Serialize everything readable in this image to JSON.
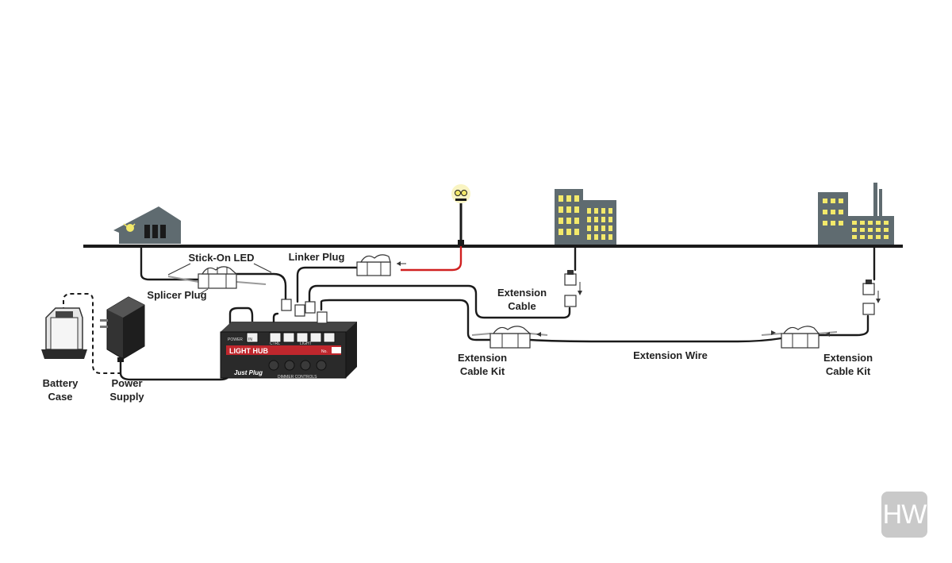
{
  "labels": {
    "stick_on_led": "Stick-On LED",
    "linker_plug": "Linker Plug",
    "splicer_plug": "Splicer Plug",
    "extension_cable_line1": "Extension",
    "extension_cable_line2": "Cable",
    "extension_cable_kit_line1": "Extension",
    "extension_cable_kit_line2": "Cable Kit",
    "extension_wire": "Extension Wire",
    "battery_case_line1": "Battery",
    "battery_case_line2": "Case",
    "power_supply_line1": "Power",
    "power_supply_line2": "Supply"
  },
  "light_hub": {
    "title": "LIGHT HUB",
    "no_label": "No.",
    "power_label": "POWER",
    "in_label": "IN",
    "ctrl_label": "CTRL",
    "light_label": "LIGHT",
    "brand": "Just Plug",
    "dimmer_label": "DIMMER CONTROLS"
  },
  "watermark": "HW",
  "colors": {
    "hub_red": "#c0272d",
    "hub_body": "#2a2a2a",
    "building": "#5f6b70",
    "window_lit": "#f3e96a",
    "red_wire": "#d02020"
  }
}
